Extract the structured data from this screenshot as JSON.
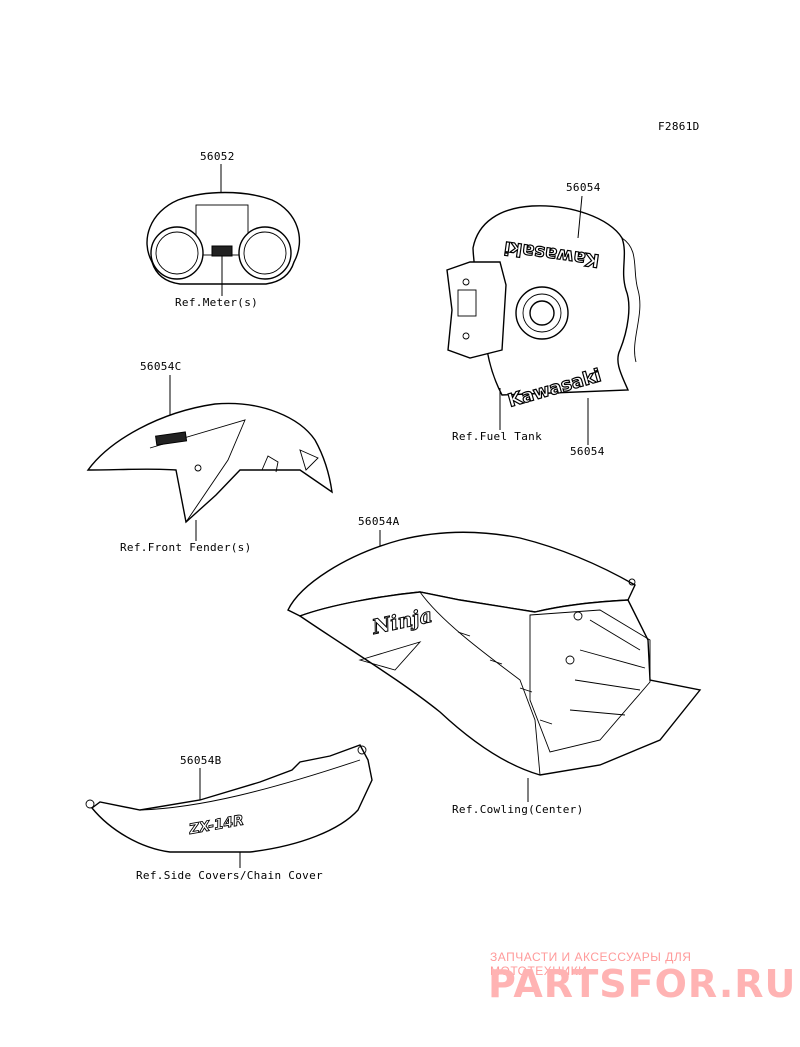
{
  "diagram_code": "F2861D",
  "parts": [
    {
      "id": "meter",
      "number": "56052",
      "ref": "Ref.Meter(s)"
    },
    {
      "id": "tank",
      "number": "56054",
      "number_lower": "56054",
      "ref": "Ref.Fuel Tank",
      "logo_top": "Kawasaki",
      "logo_bottom": "Kawasaki"
    },
    {
      "id": "fender",
      "number": "56054C",
      "ref": "Ref.Front Fender(s)"
    },
    {
      "id": "cowling",
      "number": "56054A",
      "ref": "Ref.Cowling(Center)",
      "logo": "Ninja"
    },
    {
      "id": "sidecover",
      "number": "56054B",
      "ref": "Ref.Side Covers/Chain Cover",
      "logo": "ZX-14R"
    }
  ],
  "watermark": {
    "tagline": "ЗАПЧАСТИ И АКСЕССУАРЫ ДЛЯ МОТОТЕХНИКИ",
    "brand": "PARTSFOR.RU"
  }
}
